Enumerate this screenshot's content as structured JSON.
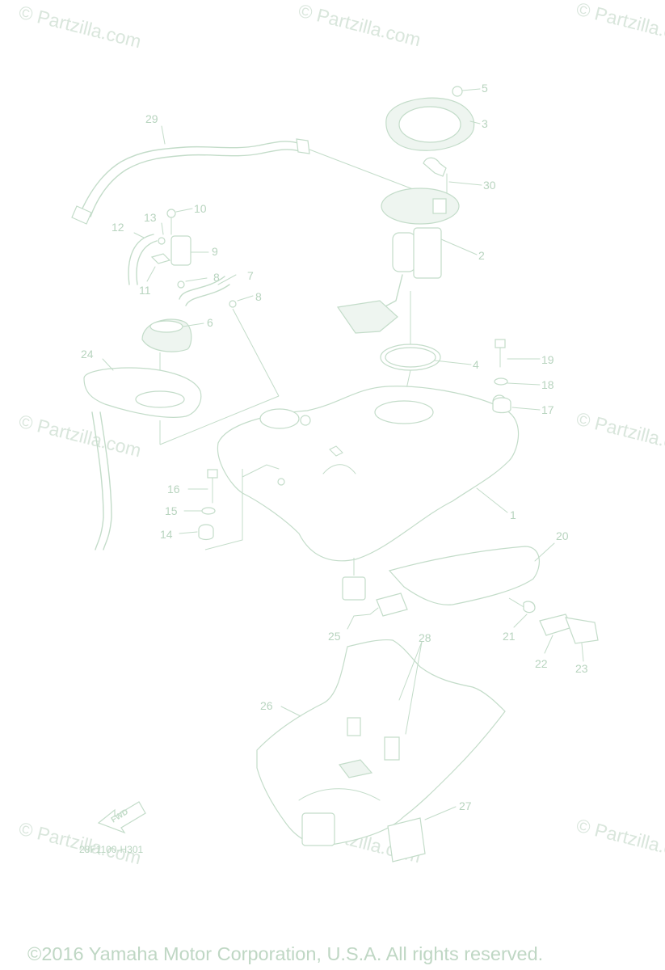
{
  "watermark": "© Partzilla.com",
  "diagram_code": "28F1100-H301",
  "copyright": "©2016 Yamaha Motor Corporation, U.S.A. All rights reserved.",
  "fwd_label": "FWD",
  "callouts": {
    "c1": "1",
    "c2": "2",
    "c3": "3",
    "c4": "4",
    "c5": "5",
    "c6": "6",
    "c7": "7",
    "c8a": "8",
    "c8b": "8",
    "c9": "9",
    "c10": "10",
    "c11": "11",
    "c12": "12",
    "c13": "13",
    "c14": "14",
    "c15": "15",
    "c16": "16",
    "c17": "17",
    "c18": "18",
    "c19": "19",
    "c20": "20",
    "c21": "21",
    "c22": "22",
    "c23": "23",
    "c24": "24",
    "c25": "25",
    "c26": "26",
    "c27": "27",
    "c28": "28",
    "c29": "29",
    "c30": "30"
  }
}
